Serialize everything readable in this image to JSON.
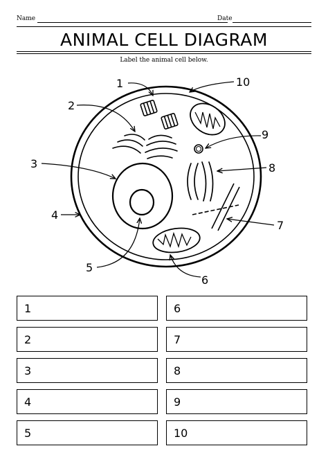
{
  "header": {
    "name_label": "Name",
    "date_label": "Date"
  },
  "title": "ANIMAL CELL DIAGRAM",
  "instructions": "Label the animal cell below.",
  "callouts": [
    "1",
    "2",
    "3",
    "4",
    "5",
    "6",
    "7",
    "8",
    "9",
    "10"
  ],
  "answer_boxes": [
    "1",
    "6",
    "2",
    "7",
    "3",
    "8",
    "4",
    "9",
    "5",
    "10"
  ]
}
